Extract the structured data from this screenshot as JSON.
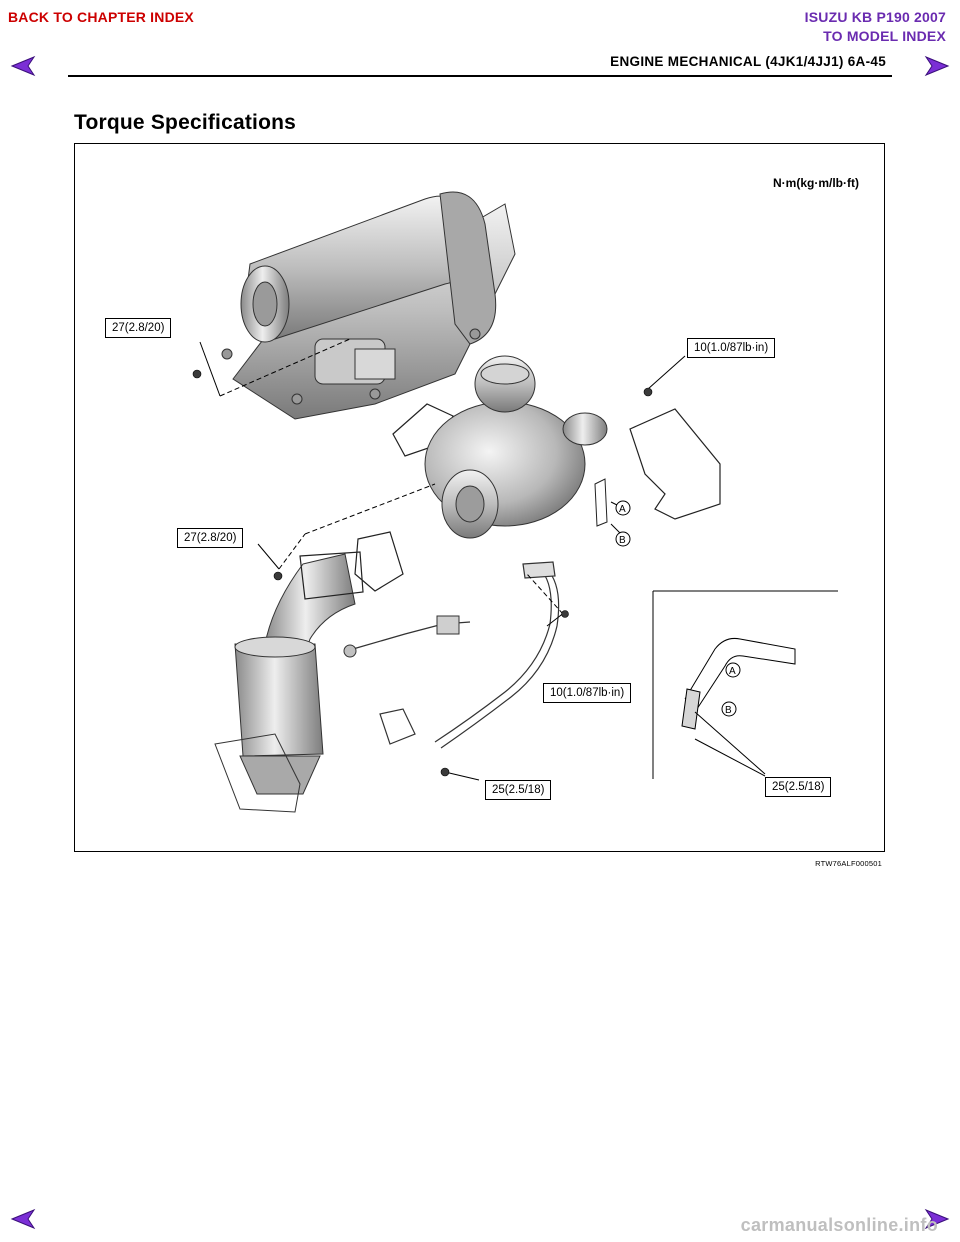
{
  "nav": {
    "back_chapter": "BACK TO CHAPTER INDEX",
    "model_title": "ISUZU KB P190 2007",
    "to_model_index": "TO MODEL INDEX",
    "link_color": "#cc0000",
    "model_color": "#6a2bb0",
    "arrow_color": "#7b2fd6"
  },
  "header": {
    "title": "ENGINE MECHANICAL (4JK1/4JJ1)  6A-45"
  },
  "section": {
    "title": "Torque Specifications"
  },
  "figure": {
    "units": "N·m(kg·m/lb·ft)",
    "callouts": {
      "manifold_nut": "27(2.8/20)",
      "heat_shield_bolt": "10(1.0/87lb·in)",
      "catalyst_nut": "27(2.8/20)",
      "pipe_bolt": "10(1.0/87lb·in)",
      "pipe_nut": "25(2.5/18)",
      "inset_nut": "25(2.5/18)"
    },
    "letters": {
      "a": "A",
      "b": "B",
      "inset_a": "A",
      "inset_b": "B"
    },
    "code": "RTW76ALF000501"
  },
  "watermark": "carmanualsonline.info"
}
